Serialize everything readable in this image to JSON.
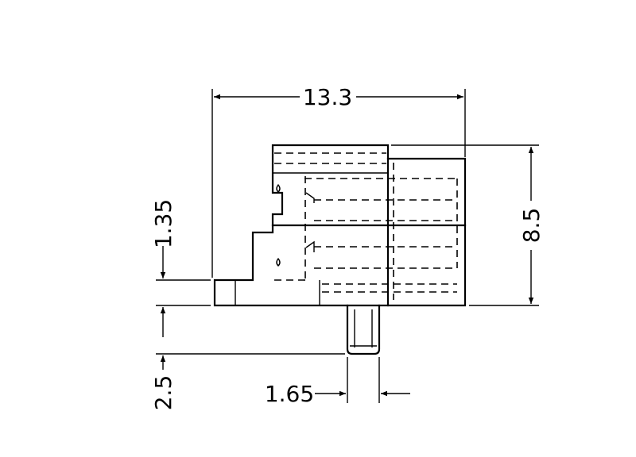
{
  "drawing": {
    "dimensions": {
      "overall_width": "13.3",
      "overall_height": "8.5",
      "step_height": "1.35",
      "pin_length": "2.5",
      "pin_width": "1.65"
    }
  }
}
